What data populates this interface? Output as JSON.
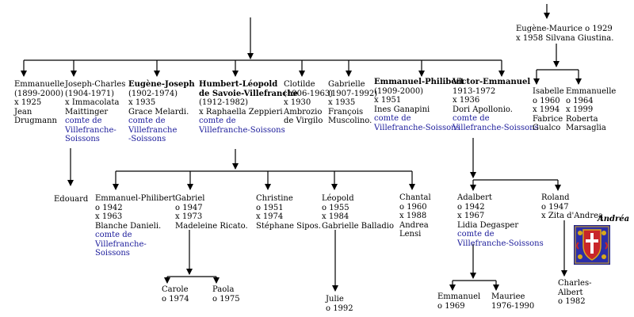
{
  "colors": {
    "line": "#000000",
    "title_text": "#1a1a9a",
    "coat_blue": "#2c2ea8",
    "coat_red": "#c8262a",
    "coat_gold": "#d8a91a"
  },
  "top_right": {
    "line1": "Eugène-Maurice o 1929",
    "line2": "x 1958 Silvana Giustina."
  },
  "generation1": [
    {
      "lines": [
        "Emmanuelle",
        "(1899-2000)",
        "x 1925",
        "Jean",
        "Drugmann"
      ]
    },
    {
      "lines": [
        "Joseph-Charles",
        "(1904-1971)",
        "x Immacolata",
        "Maittinger"
      ],
      "title": [
        "comte de",
        "Villefranche-",
        "Soissons"
      ]
    },
    {
      "bold": [
        "Eugène-Joseph"
      ],
      "lines": [
        "(1902-1974)",
        "x 1935",
        "Grace Melardi."
      ],
      "title": [
        "comte de",
        "Villefranche",
        "-Soissons"
      ]
    },
    {
      "bold": [
        "Humbert-Léopold",
        "de Savoie-Villefranche"
      ],
      "lines": [
        "(1912-1982)",
        "x Raphaella Zeppieri"
      ],
      "title": [
        "comte de",
        "Villefranche-Soissons"
      ]
    },
    {
      "lines": [
        "Clotilde",
        "(1906-1963)",
        "x 1930",
        "Ambrozio",
        "de Virgilo"
      ]
    },
    {
      "lines": [
        "Gabrielle",
        "(1907-1992)",
        "x 1935",
        "François",
        "Muscolino."
      ]
    },
    {
      "bold": [
        "Emmanuel-Philibert"
      ],
      "lines": [
        "(1909-2000)",
        "x 1951",
        "Ines Ganapini"
      ],
      "title": [
        "comte de",
        "Villefranche-Soissons"
      ]
    },
    {
      "bold": [
        "Victor-Emmanuel"
      ],
      "lines": [
        "1913-1972",
        "x 1936",
        "Dori Apollonio."
      ],
      "title": [
        "comte de",
        "Villefranche-Soissons"
      ]
    }
  ],
  "eugene_children": [
    {
      "lines": [
        "Isabelle",
        "o 1960",
        "x 1994",
        "Fabrice",
        "Gualco"
      ]
    },
    {
      "lines": [
        "Emmanuelle",
        "o 1964",
        "x 1999",
        "Roberta",
        "Marsaglia"
      ]
    }
  ],
  "edouard": {
    "lines": [
      "Edouard"
    ]
  },
  "humbert_children": [
    {
      "lines": [
        "Emmanuel-Philibert",
        "o 1942",
        "x 1963",
        "Blanche Danieli."
      ],
      "title": [
        "comte de",
        "Villefranche-",
        "Soissons"
      ]
    },
    {
      "lines": [
        "Gabriel",
        "o 1947",
        "x 1973",
        "Madeleine Ricato."
      ]
    },
    {
      "lines": [
        "Christine",
        "o 1951",
        "x 1974",
        "Stéphane Sipos."
      ]
    },
    {
      "lines": [
        "Léopold",
        "o 1955",
        "x 1984",
        "Gabrielle Balladio"
      ]
    },
    {
      "lines": [
        "Chantal",
        "o 1960",
        "x 1988",
        "Andrea",
        "Lensi"
      ]
    }
  ],
  "victor_children": [
    {
      "lines": [
        "Adalbert",
        "o 1942",
        "x 1967",
        "Lidia Degasper"
      ],
      "title": [
        "comte de",
        "Villefranche-Soissons"
      ]
    },
    {
      "lines": [
        "Roland",
        "o 1947",
        "x Zita d'Andrea"
      ]
    }
  ],
  "gabriel_children": [
    {
      "lines": [
        "Carole",
        "o 1974"
      ]
    },
    {
      "lines": [
        "Paola",
        "o 1975"
      ]
    }
  ],
  "leopold_child": {
    "lines": [
      "Julie",
      "o 1992"
    ]
  },
  "adalbert_children": [
    {
      "lines": [
        "Emmanuel",
        "o 1969"
      ]
    },
    {
      "lines": [
        "Mauriee",
        "1976-1990"
      ]
    }
  ],
  "roland_child": {
    "lines": [
      "Charles-",
      "Albert",
      "o 1982"
    ]
  },
  "coat_of_arms": {
    "label": "Andréa",
    "icon": "coat-of-arms-icon"
  }
}
